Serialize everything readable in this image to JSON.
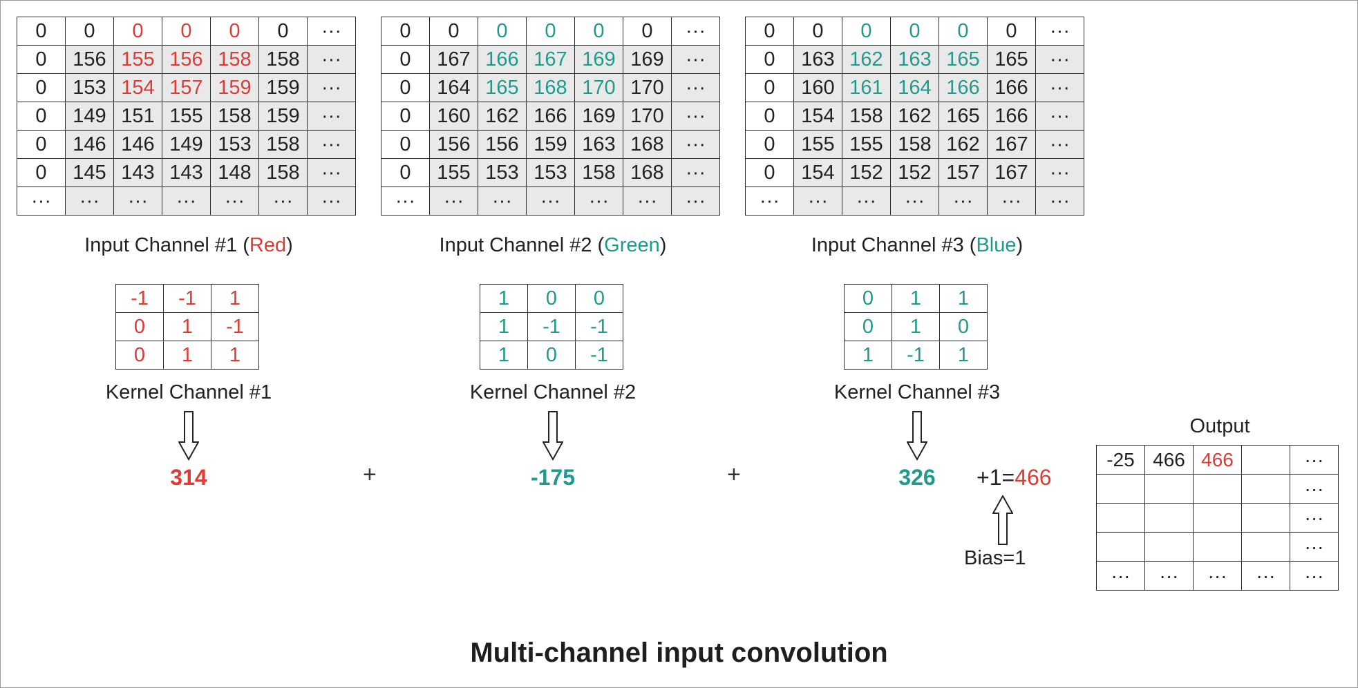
{
  "colors": {
    "red": "#dd3b36",
    "teal": "#1f9a8c",
    "shade": "#e9e9e9",
    "text": "#222222"
  },
  "inputs": [
    {
      "caption_prefix": "Input Channel #1 (",
      "caption_color_word": "Red",
      "caption_suffix": ")",
      "accent": "red",
      "rows": [
        [
          "0",
          "0",
          "0",
          "0",
          "0",
          "0",
          "···"
        ],
        [
          "0",
          "156",
          "155",
          "156",
          "158",
          "158",
          "···"
        ],
        [
          "0",
          "153",
          "154",
          "157",
          "159",
          "159",
          "···"
        ],
        [
          "0",
          "149",
          "151",
          "155",
          "158",
          "159",
          "···"
        ],
        [
          "0",
          "146",
          "146",
          "149",
          "153",
          "158",
          "···"
        ],
        [
          "0",
          "145",
          "143",
          "143",
          "148",
          "158",
          "···"
        ],
        [
          "···",
          "···",
          "···",
          "···",
          "···",
          "···",
          "···"
        ]
      ]
    },
    {
      "caption_prefix": "Input Channel #2 (",
      "caption_color_word": "Green",
      "caption_suffix": ")",
      "accent": "teal",
      "rows": [
        [
          "0",
          "0",
          "0",
          "0",
          "0",
          "0",
          "···"
        ],
        [
          "0",
          "167",
          "166",
          "167",
          "169",
          "169",
          "···"
        ],
        [
          "0",
          "164",
          "165",
          "168",
          "170",
          "170",
          "···"
        ],
        [
          "0",
          "160",
          "162",
          "166",
          "169",
          "170",
          "···"
        ],
        [
          "0",
          "156",
          "156",
          "159",
          "163",
          "168",
          "···"
        ],
        [
          "0",
          "155",
          "153",
          "153",
          "158",
          "168",
          "···"
        ],
        [
          "···",
          "···",
          "···",
          "···",
          "···",
          "···",
          "···"
        ]
      ]
    },
    {
      "caption_prefix": "Input Channel #3 (",
      "caption_color_word": "Blue",
      "caption_suffix": ")",
      "accent": "teal",
      "rows": [
        [
          "0",
          "0",
          "0",
          "0",
          "0",
          "0",
          "···"
        ],
        [
          "0",
          "163",
          "162",
          "163",
          "165",
          "165",
          "···"
        ],
        [
          "0",
          "160",
          "161",
          "164",
          "166",
          "166",
          "···"
        ],
        [
          "0",
          "154",
          "158",
          "162",
          "165",
          "166",
          "···"
        ],
        [
          "0",
          "155",
          "155",
          "158",
          "162",
          "167",
          "···"
        ],
        [
          "0",
          "154",
          "152",
          "152",
          "157",
          "167",
          "···"
        ],
        [
          "···",
          "···",
          "···",
          "···",
          "···",
          "···",
          "···"
        ]
      ]
    }
  ],
  "kernels": [
    {
      "caption": "Kernel Channel #1",
      "accent": "red",
      "rows": [
        [
          "-1",
          "-1",
          "1"
        ],
        [
          "0",
          "1",
          "-1"
        ],
        [
          "0",
          "1",
          "1"
        ]
      ]
    },
    {
      "caption": "Kernel Channel #2",
      "accent": "teal",
      "rows": [
        [
          "1",
          "0",
          "0"
        ],
        [
          "1",
          "-1",
          "-1"
        ],
        [
          "1",
          "0",
          "-1"
        ]
      ]
    },
    {
      "caption": "Kernel Channel #3",
      "accent": "teal",
      "rows": [
        [
          "0",
          "1",
          "1"
        ],
        [
          "0",
          "1",
          "0"
        ],
        [
          "1",
          "-1",
          "1"
        ]
      ]
    }
  ],
  "results": [
    "314",
    "-175",
    "326"
  ],
  "plus_sign": "+",
  "equation": {
    "prefix": "+1=",
    "value": "466"
  },
  "bias_label": "Bias=1",
  "output": {
    "label": "Output",
    "rows": [
      [
        "-25",
        "466",
        "466",
        "",
        "···"
      ],
      [
        "",
        "",
        "",
        "",
        "···"
      ],
      [
        "",
        "",
        "",
        "",
        "···"
      ],
      [
        "",
        "",
        "",
        "",
        "···"
      ],
      [
        "···",
        "···",
        "···",
        "···",
        "···"
      ]
    ]
  },
  "title": "Multi-channel input convolution"
}
